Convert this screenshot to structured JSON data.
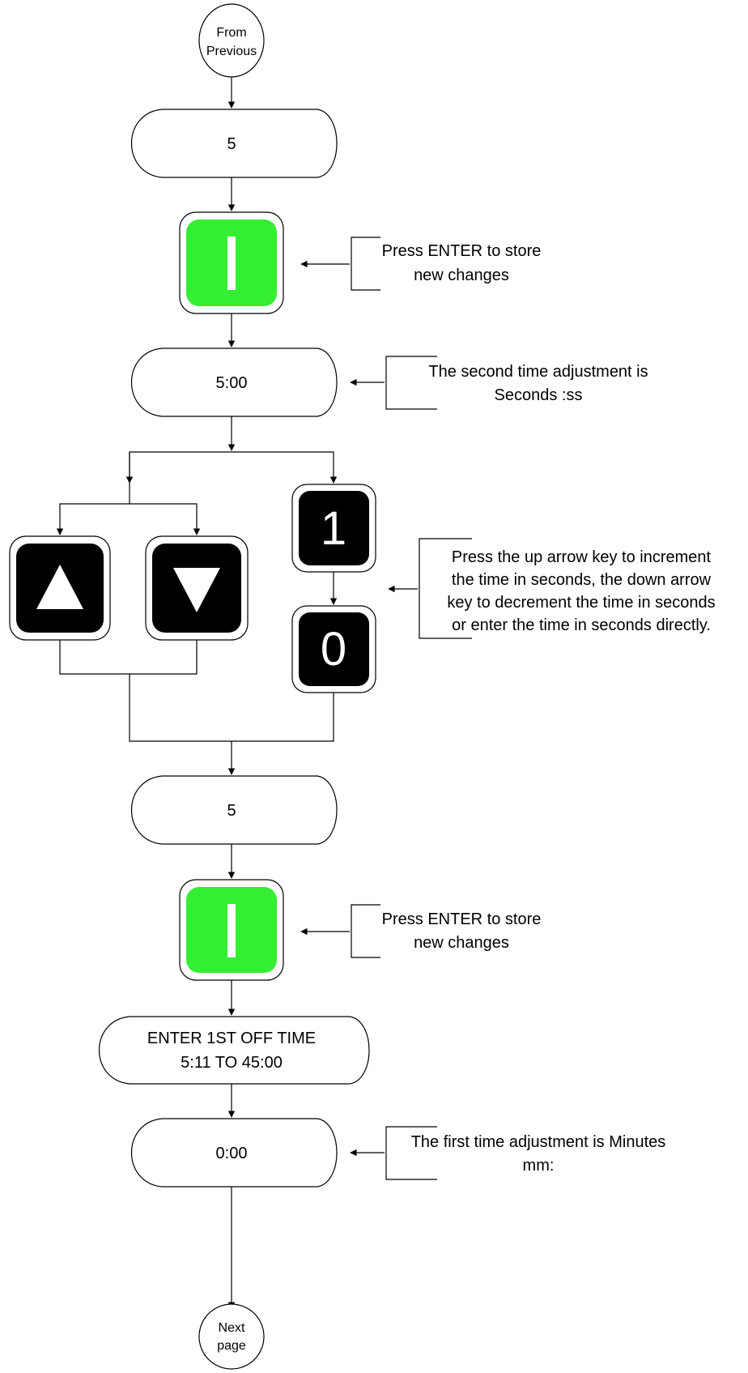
{
  "colors": {
    "enter_key": "#33ee33",
    "dark_key": "#000000",
    "line": "#000000",
    "background": "#ffffff"
  },
  "connectors": {
    "start": [
      "From",
      "Previous"
    ],
    "end": [
      "Next",
      "page"
    ]
  },
  "displays": {
    "d1": [
      "5"
    ],
    "d2": [
      "5:00"
    ],
    "d3": [
      "5"
    ],
    "d4": [
      "ENTER 1ST OFF TIME",
      "5:11 TO 45:00"
    ],
    "d5": [
      "0:00"
    ]
  },
  "keys": {
    "enter_1": "enter-key",
    "enter_2": "enter-key",
    "up": "up-arrow-icon",
    "down": "down-arrow-icon",
    "one": "1",
    "zero": "0"
  },
  "notes": {
    "n1": [
      "Press ENTER to store",
      "new changes"
    ],
    "n2": [
      "The second time adjustment is",
      "Seconds :ss"
    ],
    "n3": [
      "Press the up arrow key to increment",
      "the time in seconds, the down arrow",
      "key to decrement the time in seconds",
      "or enter the time in seconds directly."
    ],
    "n4": [
      "Press ENTER to store",
      "new changes"
    ],
    "n5": [
      "The first time adjustment is Minutes",
      "mm:"
    ]
  }
}
